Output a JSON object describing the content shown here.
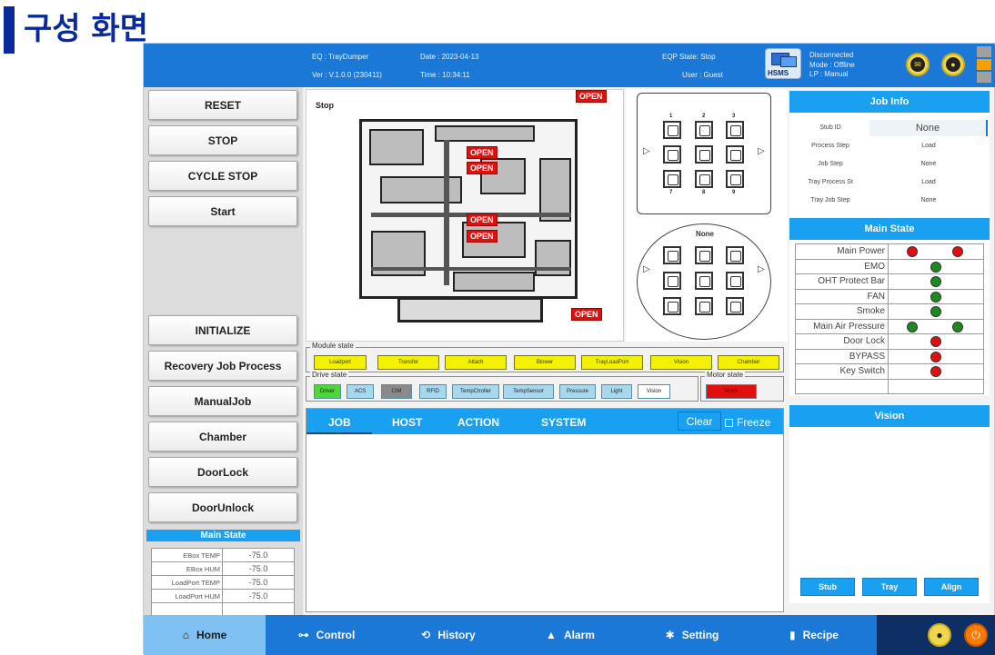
{
  "page_title": "구성 화면",
  "header": {
    "eq": "EQ :  TrayDumper",
    "ver": "Ver :  V.1.0.0 (230411)",
    "date": "Date : 2023-04-13",
    "time": "Time : 10:34:11",
    "eqp_state": "EQP State: Stop",
    "user": "User : Guest",
    "hsms_label": "HSMS",
    "conn_status": "Disconnected",
    "mode": "Mode : Offline",
    "lp": "LP : Manual",
    "msg_icon": "mail-icon",
    "bell_icon": "bell-icon"
  },
  "left_buttons": [
    "RESET",
    "STOP",
    "CYCLE STOP",
    "Start",
    "INITIALIZE",
    "Recovery Job Process",
    "ManualJob",
    "Chamber",
    "DoorLock",
    "DoorUnlock"
  ],
  "left_main_state": {
    "title": "Main State",
    "rows": [
      {
        "k": "EBox TEMP",
        "v": "-75.0"
      },
      {
        "k": "EBox HUM",
        "v": "-75.0"
      },
      {
        "k": "LoadPort TEMP",
        "v": "-75.0"
      },
      {
        "k": "LoadPort HUM",
        "v": "-75.0"
      },
      {
        "k": "",
        "v": ""
      },
      {
        "k": "",
        "v": ""
      },
      {
        "k": "",
        "v": ""
      }
    ]
  },
  "machine_view": {
    "state": "Stop",
    "open_label": "OPEN"
  },
  "tray": {
    "numbers": [
      "1",
      "2",
      "3",
      "7",
      "8",
      "9"
    ],
    "circle_label": "None"
  },
  "module_state": {
    "label": "Module state",
    "items": [
      "Loadport",
      "Transfer",
      "Attach",
      "Blower",
      "TrayLoadPort",
      "Vision",
      "Chamber"
    ],
    "color": "#f2f200"
  },
  "drive_state": {
    "label": "Drive state",
    "items": [
      {
        "name": "Driver",
        "color": "#4fd63a"
      },
      {
        "name": "ACS",
        "color": "#a8d8ee"
      },
      {
        "name": "CIM",
        "color": "#8a8a8a"
      },
      {
        "name": "RFID",
        "color": "#a8d8ee"
      },
      {
        "name": "TempCtroller",
        "color": "#a8d8ee"
      },
      {
        "name": "TempSensor",
        "color": "#a8d8ee"
      },
      {
        "name": "Pressure",
        "color": "#a8d8ee"
      },
      {
        "name": "Light",
        "color": "#a8d8ee"
      },
      {
        "name": "Vision",
        "color": "#ffffff"
      }
    ]
  },
  "motor_state": {
    "label": "Motor state",
    "item": "Motor",
    "color": "#e01010"
  },
  "log": {
    "tabs": [
      "JOB",
      "HOST",
      "ACTION",
      "SYSTEM"
    ],
    "clear": "Clear",
    "freeze": "Freeze"
  },
  "job_info": {
    "title": "Job Info",
    "rows": [
      {
        "k": "Stub ID",
        "v": "None"
      },
      {
        "k": "Process Step",
        "v": "Load"
      },
      {
        "k": "Job Step",
        "v": "None"
      },
      {
        "k": "Tray Process St",
        "v": "Load"
      },
      {
        "k": "Tray Job Step",
        "v": "None"
      }
    ]
  },
  "main_state": {
    "title": "Main State",
    "rows": [
      {
        "k": "Main Power",
        "dots": [
          "#e01010",
          "#e01010"
        ]
      },
      {
        "k": "EMO",
        "dots": [
          "#1e8a1e"
        ]
      },
      {
        "k": "OHT Protect Bar",
        "dots": [
          "#1e8a1e"
        ]
      },
      {
        "k": "FAN",
        "dots": [
          "#1e8a1e"
        ]
      },
      {
        "k": "Smoke",
        "dots": [
          "#1e8a1e"
        ]
      },
      {
        "k": "Main Air Pressure",
        "dots": [
          "#1e8a1e",
          "#1e8a1e"
        ]
      },
      {
        "k": "Door Lock",
        "dots": [
          "#e01010"
        ]
      },
      {
        "k": "BYPASS",
        "dots": [
          "#e01010"
        ]
      },
      {
        "k": "Key Switch",
        "dots": [
          "#e01010"
        ]
      },
      {
        "k": "",
        "dots": []
      }
    ]
  },
  "vision": {
    "title": "Vision",
    "buttons": [
      "Stub",
      "Tray",
      "Align"
    ]
  },
  "nav": {
    "items": [
      {
        "label": "Home",
        "icon": "home-icon",
        "glyph": "⌂"
      },
      {
        "label": "Control",
        "icon": "gamepad-icon",
        "glyph": "⊶"
      },
      {
        "label": "History",
        "icon": "history-icon",
        "glyph": "⟲"
      },
      {
        "label": "Alarm",
        "icon": "alarm-triangle-icon",
        "glyph": "▲"
      },
      {
        "label": "Setting",
        "icon": "gear-icon",
        "glyph": "✱"
      },
      {
        "label": "Recipe",
        "icon": "recipe-book-icon",
        "glyph": "▮"
      }
    ],
    "user_icon": "user-icon",
    "power_icon": "power-icon"
  },
  "colors": {
    "accent": "#1b78d6",
    "panel_head": "#1aa0f0",
    "nav_active": "#7fc1f3",
    "nav_dark": "#0d2f66",
    "open_tag": "#e01010"
  }
}
